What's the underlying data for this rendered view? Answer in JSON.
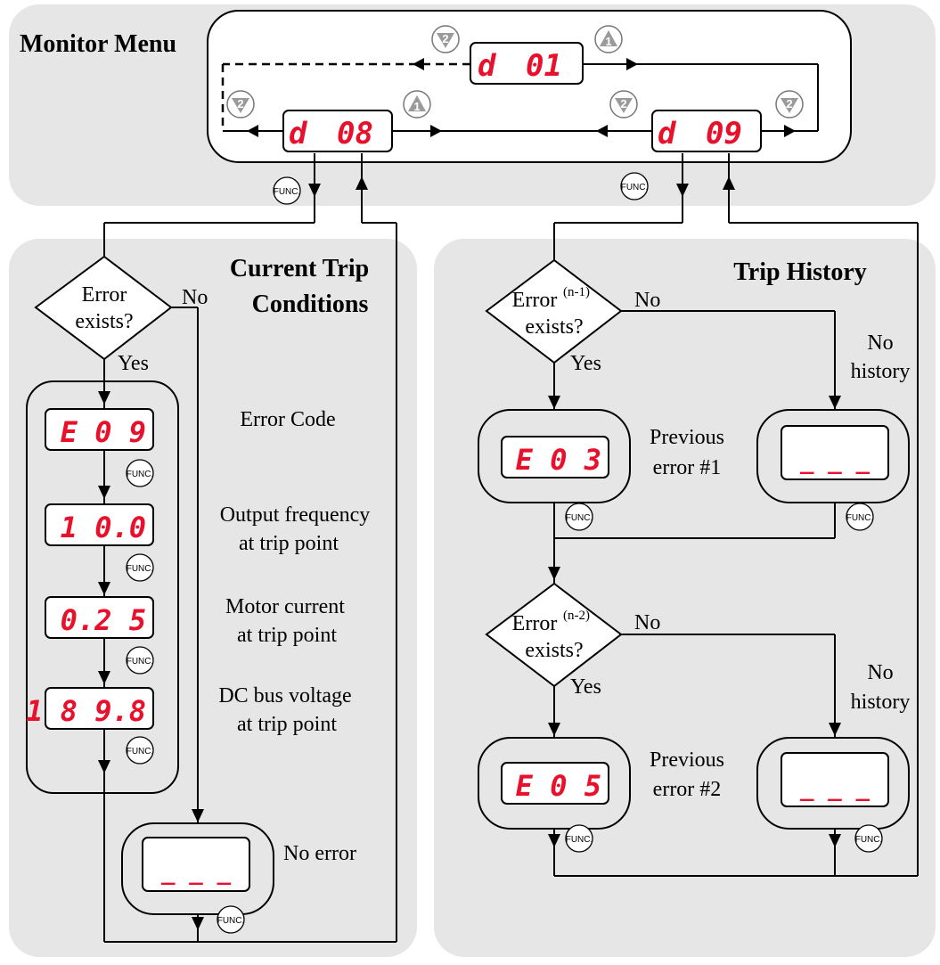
{
  "monitor_menu": {
    "title": "Monitor Menu",
    "displays": {
      "d01": {
        "prefix": "d",
        "code": "01"
      },
      "d08": {
        "prefix": "d",
        "code": "08"
      },
      "d09": {
        "prefix": "d",
        "code": "09"
      }
    },
    "key_up_number": "1",
    "key_down_number": "2"
  },
  "current_trip": {
    "title_line1": "Current Trip",
    "title_line2": "Conditions",
    "decision_line1": "Error",
    "decision_line2": "exists?",
    "yes_label": "Yes",
    "no_label": "No",
    "displays": [
      "E 0 9",
      "1 0.0",
      "0.2 5",
      "1 8 9.8"
    ],
    "descriptions": [
      [
        "Error Code"
      ],
      [
        "Output frequency",
        "at trip point"
      ],
      [
        "Motor current",
        "at trip point"
      ],
      [
        "DC bus voltage",
        "at trip point"
      ]
    ],
    "no_error_label": "No error",
    "empty_display": "_ _ _"
  },
  "trip_history": {
    "title": "Trip History",
    "decisions": [
      {
        "line1": "Error",
        "superscript": "(n-1)",
        "line2": "exists?"
      },
      {
        "line1": "Error",
        "superscript": "(n-2)",
        "line2": "exists?"
      }
    ],
    "yes_label": "Yes",
    "no_label": "No",
    "no_history_line1": "No",
    "no_history_line2": "history",
    "errors": [
      {
        "display": "E 0 3",
        "label_line1": "Previous",
        "label_line2": "error #1"
      },
      {
        "display": "E 0 5",
        "label_line1": "Previous",
        "label_line2": "error #2"
      }
    ],
    "empty_display": "_ _ _"
  },
  "func_key_label": "FUNC.",
  "colors": {
    "panel": "#e6e6e6",
    "led": "#e8102a",
    "key_triangle": "#9a9a9a"
  }
}
